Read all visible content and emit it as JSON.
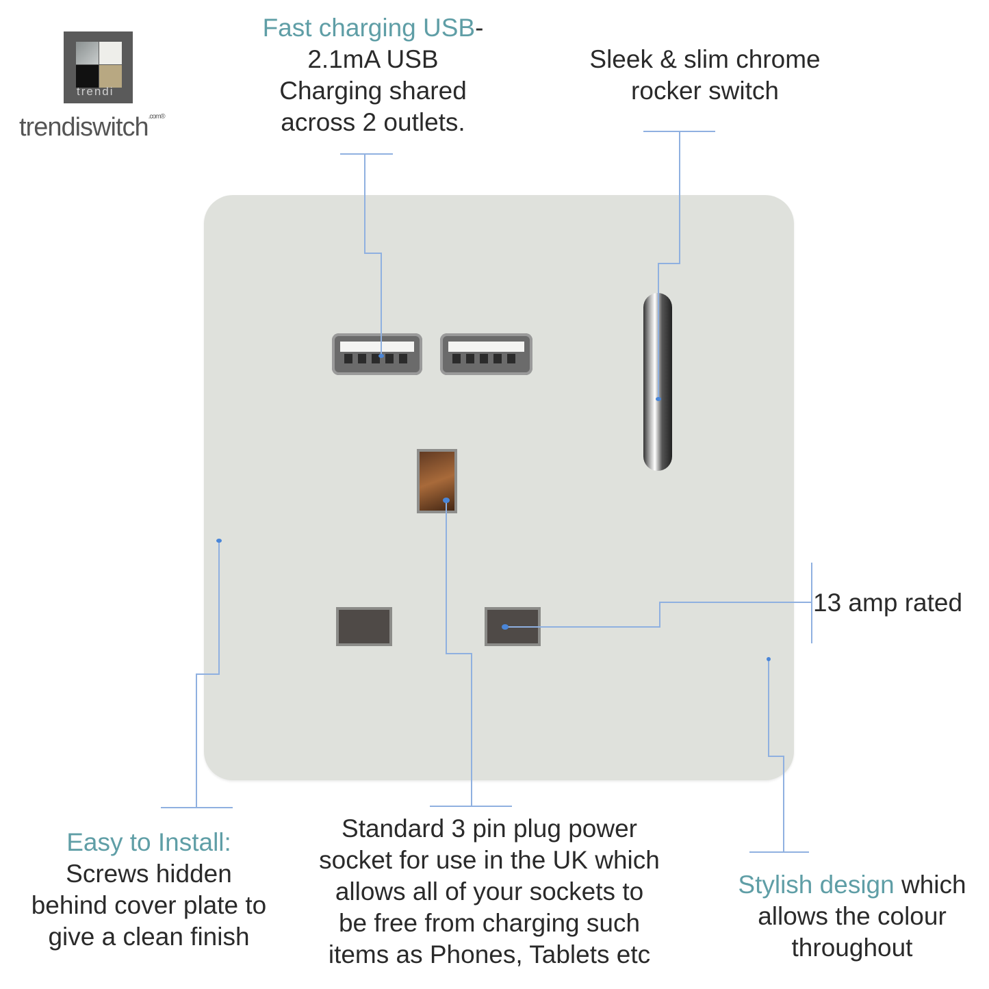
{
  "brand": {
    "logo_text": "trendi",
    "wordmark": "trendiswitch",
    "wordmark_suffix": ".com®"
  },
  "annotations": {
    "usb": {
      "highlight": "Fast charging USB",
      "rest": "-",
      "line2": "2.1mA USB",
      "line3": "Charging shared",
      "line4": "across 2 outlets."
    },
    "switch": {
      "line1": "Sleek & slim chrome",
      "line2": "rocker switch"
    },
    "amp": {
      "text": "13 amp rated"
    },
    "install": {
      "highlight": "Easy to Install:",
      "line2": "Screws hidden",
      "line3": "behind cover plate to",
      "line4": "give a clean finish"
    },
    "socket": {
      "line1": "Standard 3 pin plug power",
      "line2": "socket for use in the UK which",
      "line3": "allows all of your sockets to",
      "line4": "be free from charging such",
      "line5": "items as Phones, Tablets etc"
    },
    "design": {
      "highlight": "Stylish design",
      "rest": " which",
      "line2": "allows the colour",
      "line3": "throughout"
    }
  },
  "colors": {
    "accent_text": "#5f9ea6",
    "connector": "#8fb0e0",
    "dot": "#4a86d8",
    "plate": "#dfe1dc"
  }
}
